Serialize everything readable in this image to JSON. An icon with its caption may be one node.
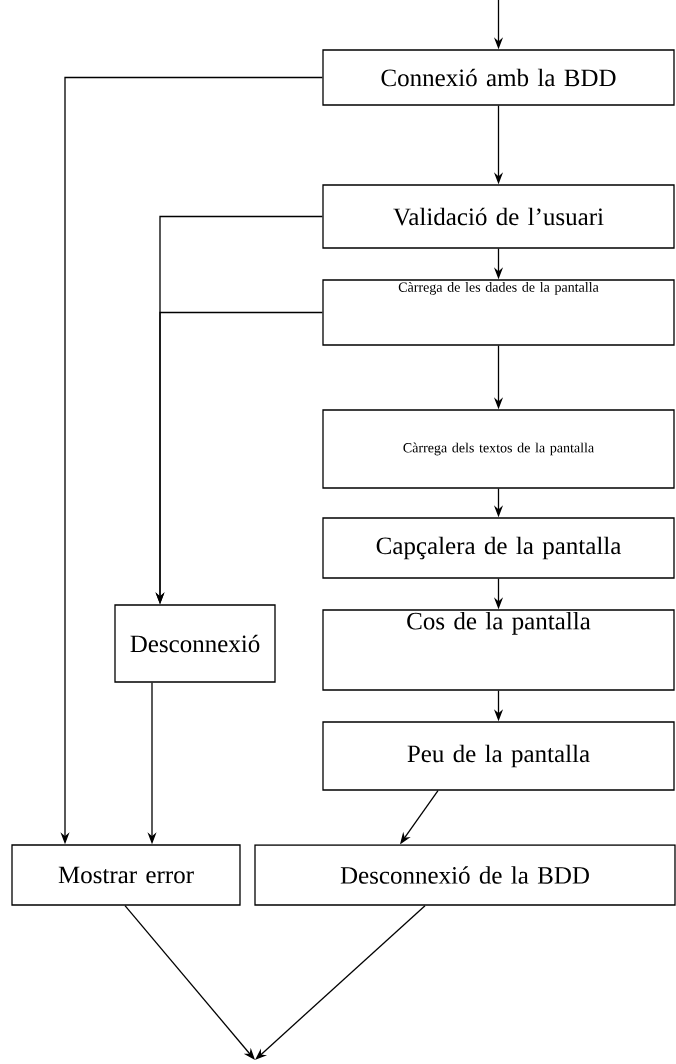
{
  "diagram": {
    "nodes": [
      {
        "text": [
          "Connexió amb la BDD"
        ]
      },
      {
        "text": [
          "Validació de l’usuari"
        ]
      },
      {
        "text": [
          "Càrrega de les dades de la pantalla"
        ]
      },
      {
        "text": [
          "Càrrega dels textos de la pantalla"
        ]
      },
      {
        "text": [
          "Capçalera de la pantalla"
        ]
      },
      {
        "text": [
          "Cos de la pantalla"
        ]
      },
      {
        "text": [
          "Peu de la pantalla"
        ]
      },
      {
        "text": [
          "Mostrar error"
        ]
      },
      {
        "text": [
          "Desconnexió de la BDD"
        ]
      },
      {
        "text": [
          "Desconnexió"
        ]
      }
    ],
    "edges": [
      {
        "from": null,
        "to": 0,
        "arrow": "to"
      },
      {
        "from": 0,
        "to": 1,
        "arrow": "to"
      },
      {
        "from": 1,
        "to": 2,
        "arrow": "to"
      },
      {
        "from": 2,
        "to": 3,
        "arrow": "to"
      },
      {
        "from": 3,
        "to": 4,
        "arrow": "to"
      },
      {
        "from": 4,
        "to": 5,
        "arrow": "to"
      },
      {
        "from": 5,
        "to": 6,
        "arrow": "to"
      },
      {
        "from": 6,
        "to": 8,
        "arrow": "to"
      },
      {
        "from": 0,
        "to": 7,
        "arrow": "to"
      },
      {
        "from": 1,
        "to": 9,
        "arrow": "to"
      },
      {
        "from": 2,
        "to": 9,
        "arrow": "to"
      },
      {
        "from": 9,
        "to": 7,
        "arrow": "to"
      },
      {
        "from": 7,
        "to": null,
        "arrow": "to"
      },
      {
        "from": 8,
        "to": null,
        "arrow": "to"
      }
    ]
  }
}
